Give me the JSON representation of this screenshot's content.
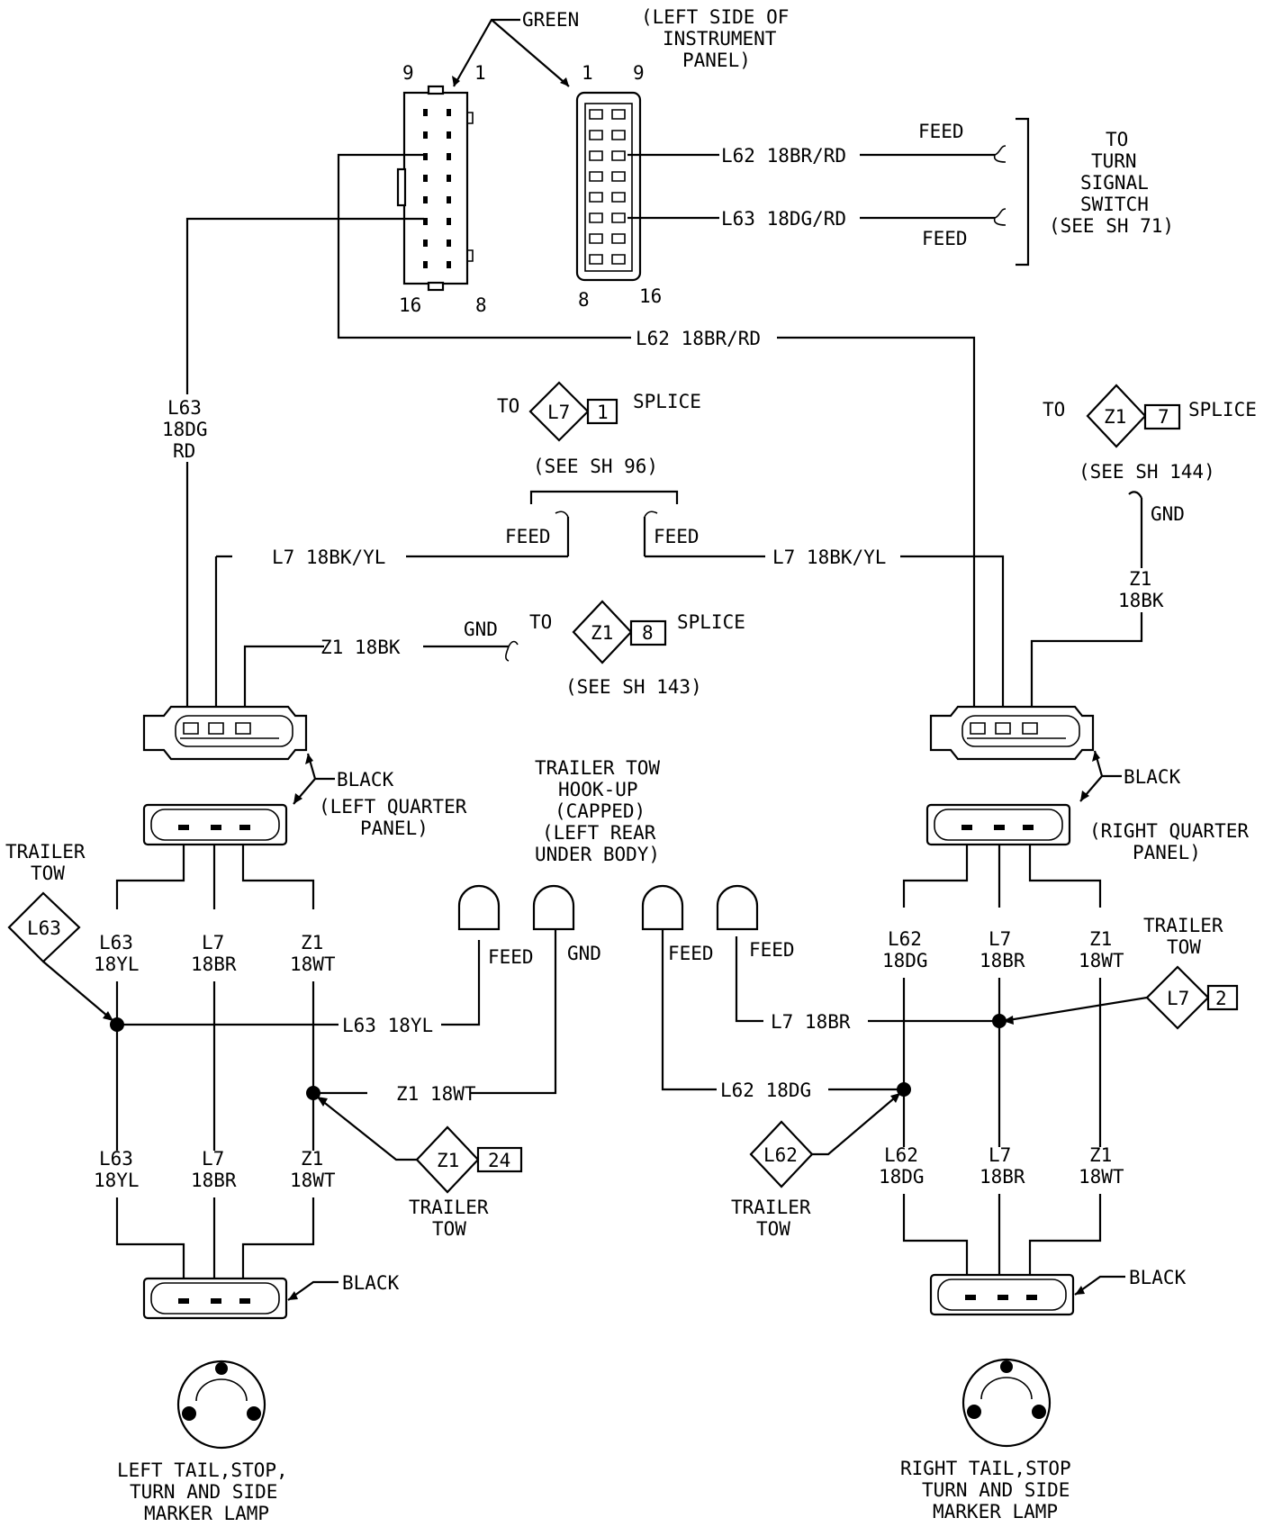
{
  "colors": {
    "ink": "#000000",
    "paper": "#ffffff"
  },
  "top": {
    "green": "GREEN",
    "left_side_1": "(LEFT SIDE OF",
    "left_side_2": "INSTRUMENT",
    "left_side_3": "PANEL)",
    "pin9a": "9",
    "pin1a": "1",
    "pin16a": "16",
    "pin8a": "8",
    "pin1b": "1",
    "pin9b": "9",
    "pin8b": "8",
    "pin16b": "16",
    "w_l62": "L62 18BR/RD",
    "w_l63": "L63 18DG/RD",
    "feed1": "FEED",
    "feed2": "FEED",
    "to_turn_1": "TO",
    "to_turn_2": "TURN",
    "to_turn_3": "SIGNAL",
    "to_turn_4": "SWITCH",
    "to_turn_5": "(SEE SH 71)",
    "w_l62_long": "L62 18BR/RD"
  },
  "left_riser": {
    "l1": "L63",
    "l2": "18DG",
    "l3": "RD"
  },
  "splice_l7": {
    "to": "TO",
    "id": "L7",
    "num": "1",
    "splice": "SPLICE",
    "see": "(SEE SH 96)",
    "feed_l": "FEED",
    "feed_r": "FEED"
  },
  "splice_z1_right": {
    "to": "TO",
    "id": "Z1",
    "num": "7",
    "splice": "SPLICE",
    "see": "(SEE SH 144)",
    "gnd": "GND",
    "w1": "Z1",
    "w2": "18BK"
  },
  "mid": {
    "l7_left": "L7 18BK/YL",
    "l7_right": "L7 18BK/YL",
    "z1_left": "Z1 18BK",
    "gnd": "GND",
    "to": "TO",
    "z1_id": "Z1",
    "z1_num": "8",
    "splice": "SPLICE",
    "see": "(SEE SH 143)"
  },
  "left_quarter": {
    "black1": "BLACK",
    "panel1": "(LEFT QUARTER",
    "panel2": "PANEL)"
  },
  "right_quarter": {
    "black1": "BLACK",
    "panel1": "(RIGHT QUARTER",
    "panel2": "PANEL)"
  },
  "hookup": {
    "l1": "TRAILER TOW",
    "l2": "HOOK-UP",
    "l3": "(CAPPED)",
    "l4": "(LEFT REAR",
    "l5": "UNDER BODY)",
    "feed1": "FEED",
    "gnd": "GND",
    "feed2": "FEED",
    "feed3": "FEED"
  },
  "left_lower": {
    "tt1": "TRAILER",
    "tt2": "TOW",
    "l63_id": "L63",
    "c1a": "L63",
    "c1b": "18YL",
    "c2a": "L7",
    "c2b": "18BR",
    "c3a": "Z1",
    "c3b": "18WT",
    "h_l63": "L63 18YL",
    "h_z1": "Z1 18WT",
    "d1a": "L63",
    "d1b": "18YL",
    "d2a": "L7",
    "d2b": "18BR",
    "d3a": "Z1",
    "d3b": "18WT",
    "z1_id": "Z1",
    "z1_num": "24",
    "tt3": "TRAILER",
    "tt4": "TOW",
    "black": "BLACK",
    "lamp1": "LEFT TAIL,STOP,",
    "lamp2": "TURN AND SIDE",
    "lamp3": "MARKER LAMP"
  },
  "right_lower": {
    "c1a": "L62",
    "c1b": "18DG",
    "c2a": "L7",
    "c2b": "18BR",
    "c3a": "Z1",
    "c3b": "18WT",
    "tt1": "TRAILER",
    "tt2": "TOW",
    "l7_id": "L7",
    "l7_num": "2",
    "h_l7": "L7 18BR",
    "h_l62": "L62 18DG",
    "l62_id": "L62",
    "tt3": "TRAILER",
    "tt4": "TOW",
    "d1a": "L62",
    "d1b": "18DG",
    "d2a": "L7",
    "d2b": "18BR",
    "d3a": "Z1",
    "d3b": "18WT",
    "black": "BLACK",
    "lamp1": "RIGHT TAIL,STOP",
    "lamp2": "TURN AND SIDE",
    "lamp3": "MARKER LAMP"
  }
}
